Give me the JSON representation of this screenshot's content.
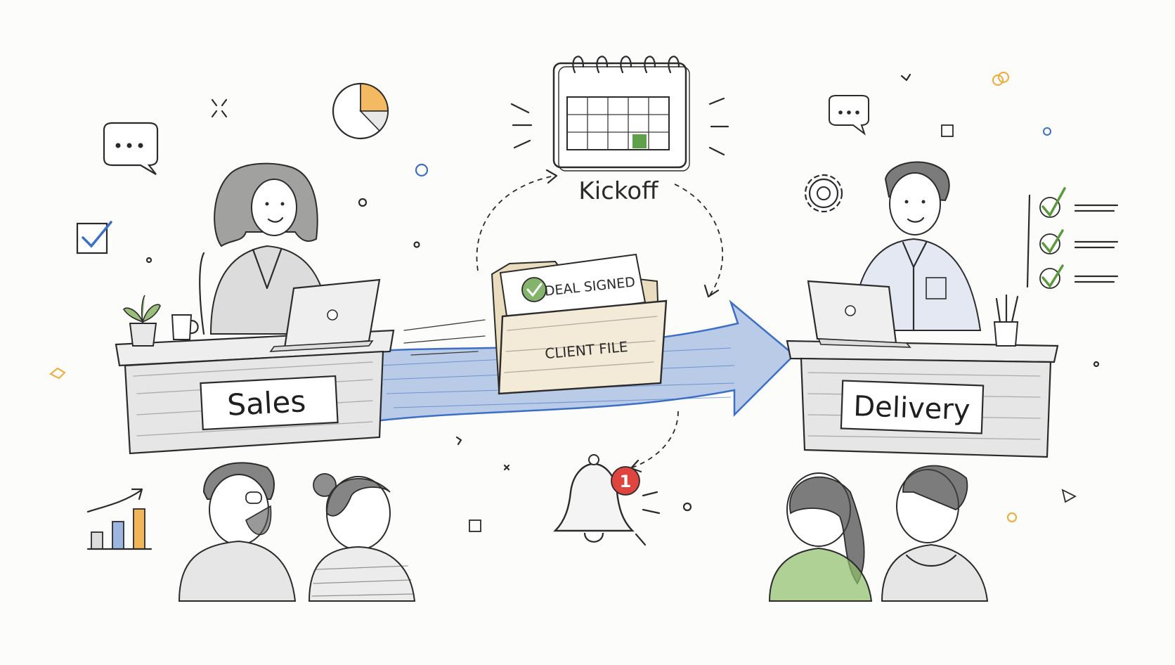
{
  "labels": {
    "kickoff": "Kickoff",
    "deal_signed": "DEAL SIGNED",
    "client_file": "CLIENT FILE",
    "sales": "Sales",
    "delivery": "Delivery",
    "notification_count": "1"
  },
  "colors": {
    "ink": "#2b2b2b",
    "arrow_blue": "#3d6fc4",
    "accent_orange": "#f0a93b",
    "check_green": "#5b9a3a",
    "calendar_green": "#5fa14a",
    "badge_red": "#e0443e",
    "shirt_green": "#8fbf6a",
    "folder_beige": "#f3ead7"
  },
  "icons": [
    "speech-bubble-icon",
    "pie-chart-icon",
    "calendar-icon",
    "checkbox-icon",
    "bar-chart-icon",
    "gear-icon",
    "checklist-icon",
    "bell-icon",
    "folder-icon",
    "check-circle-icon"
  ]
}
